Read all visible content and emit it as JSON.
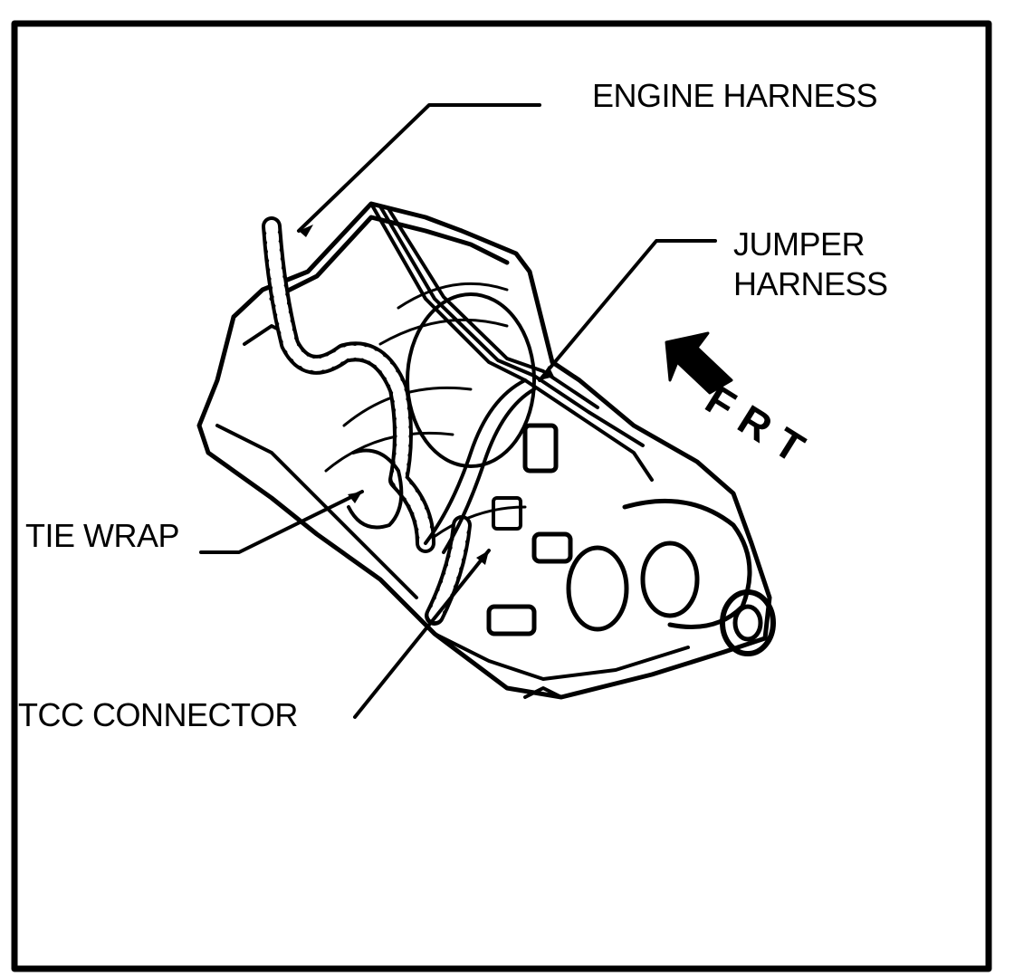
{
  "labels": {
    "engine_harness": "ENGINE HARNESS",
    "jumper_harness_line1": "JUMPER",
    "jumper_harness_line2": "HARNESS",
    "tie_wrap": "TIE WRAP",
    "tcc_connector": "TCC CONNECTOR",
    "front": "FRT"
  },
  "colors": {
    "ink": "#000000",
    "paper": "#ffffff"
  }
}
